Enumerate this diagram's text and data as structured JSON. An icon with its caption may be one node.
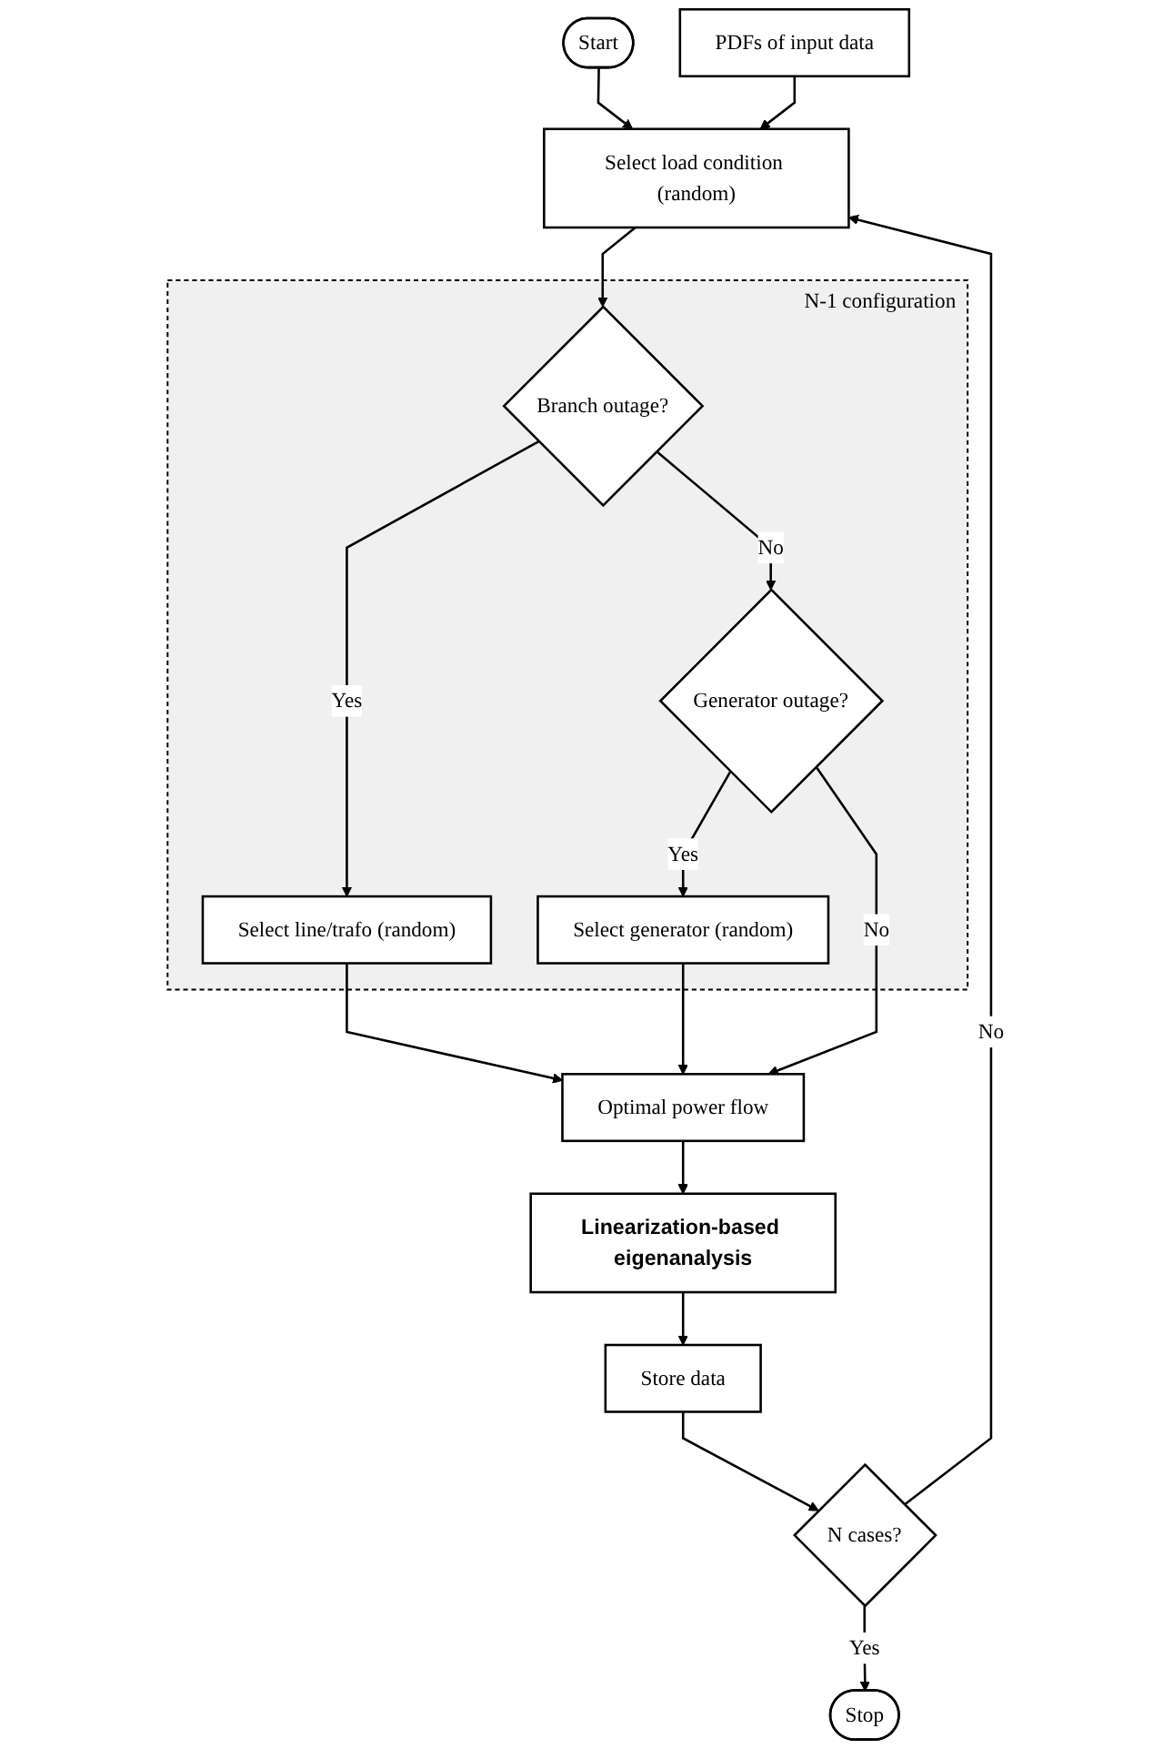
{
  "diagram": {
    "nodes": [
      {
        "text": [
          "Start"
        ]
      },
      {
        "text": [
          "Select load condition (random)"
        ]
      },
      {
        "text": [
          "PDFs of input data"
        ]
      },
      {
        "text": [
          "N-1 configuration"
        ]
      },
      {
        "text": [
          "Branch outage?"
        ],
        "in": 3
      },
      {
        "text": [
          "Generator outage?"
        ],
        "in": 3
      },
      {
        "text": [
          "Select line/trafo (random)"
        ],
        "in": 3
      },
      {
        "text": [
          "Select generator (random)"
        ],
        "in": 3
      },
      {
        "text": [
          "Optimal power flow"
        ]
      },
      {
        "text": [
          "Linearization-based eigenanalysis"
        ]
      },
      {
        "text": [
          "Store data"
        ]
      },
      {
        "text": [
          "N cases?"
        ]
      },
      {
        "text": [
          "Stop"
        ]
      }
    ],
    "edges": [
      {
        "from": 0,
        "to": 1,
        "arrow": "to"
      },
      {
        "from": 2,
        "to": 1,
        "arrow": "to"
      },
      {
        "from": 1,
        "to": 4,
        "arrow": "to"
      },
      {
        "from": 4,
        "to": 5,
        "arrow": "to",
        "label": "No"
      },
      {
        "from": 4,
        "to": 6,
        "arrow": "to",
        "label": "Yes"
      },
      {
        "from": 5,
        "to": 7,
        "arrow": "to",
        "label": "Yes"
      },
      {
        "from": 6,
        "to": 8,
        "arrow": "to"
      },
      {
        "from": 7,
        "to": 8,
        "arrow": "to"
      },
      {
        "from": 5,
        "to": 8,
        "arrow": "to",
        "label": "No"
      },
      {
        "from": 8,
        "to": 9,
        "arrow": "to"
      },
      {
        "from": 9,
        "to": 10,
        "arrow": "to"
      },
      {
        "from": 10,
        "to": 11,
        "arrow": "to"
      },
      {
        "from": 11,
        "to": 1,
        "arrow": "to",
        "label": "No"
      },
      {
        "from": 11,
        "to": 12,
        "arrow": "to",
        "label": "Yes"
      }
    ]
  }
}
